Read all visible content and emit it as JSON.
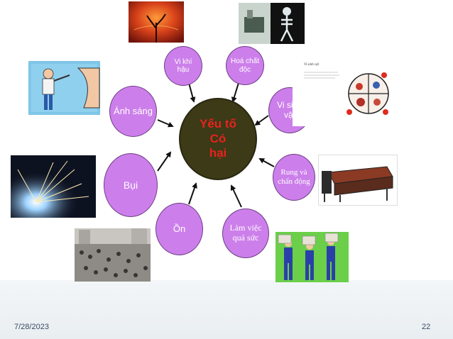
{
  "diagram": {
    "center_label": "Yếu tố\nCó\nhại",
    "nodes": {
      "vi_khi_hau": "Vi khí hậu",
      "hoa_chat": "Hoá chất độc",
      "vi_sinh_vat": "Vi sinh vật",
      "rung": "Rung và chấn động",
      "lam_viec": "Làm việc quá sức",
      "on": "Ồn",
      "bui": "Bụi",
      "anh_sang": "Ánh sáng"
    },
    "microbe_card_title": "Vi sinh vật"
  },
  "colors": {
    "node_fill": "#cc7fea",
    "node_border": "#6e3d86",
    "center_fill": "#3c3a17",
    "center_text": "#e8231e"
  },
  "footer": {
    "date": "7/28/2023",
    "page": "22"
  }
}
